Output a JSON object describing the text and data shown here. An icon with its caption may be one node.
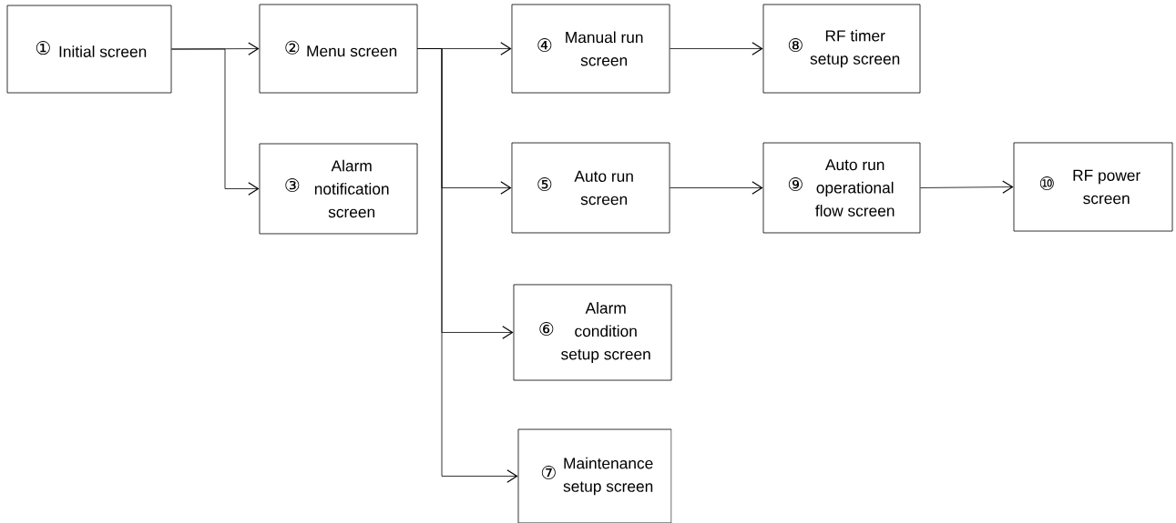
{
  "diagram": {
    "nodes": [
      {
        "text": [
          "①",
          "Initial screen"
        ]
      },
      {
        "text": [
          "②",
          "Menu screen"
        ]
      },
      {
        "text": [
          "③",
          "Alarm notification screen"
        ]
      },
      {
        "text": [
          "④",
          "Manual run screen"
        ]
      },
      {
        "text": [
          "⑤",
          "Auto run screen"
        ]
      },
      {
        "text": [
          "⑥",
          "Alarm condition setup screen"
        ]
      },
      {
        "text": [
          "⑦",
          "Maintenance setup screen"
        ]
      },
      {
        "text": [
          "⑧",
          "RF timer setup screen"
        ]
      },
      {
        "text": [
          "⑨",
          "Auto run operational flow screen"
        ]
      },
      {
        "text": [
          "⑩",
          "RF power screen"
        ]
      }
    ],
    "edges": [
      {
        "from": 0,
        "to": 1,
        "arrow": "to"
      },
      {
        "from": 0,
        "to": 2,
        "arrow": "to"
      },
      {
        "from": 1,
        "to": 3,
        "arrow": "to"
      },
      {
        "from": 1,
        "to": 4,
        "arrow": "to"
      },
      {
        "from": 1,
        "to": 5,
        "arrow": "to"
      },
      {
        "from": 1,
        "to": 6,
        "arrow": "to"
      },
      {
        "from": 3,
        "to": 7,
        "arrow": "to"
      },
      {
        "from": 4,
        "to": 8,
        "arrow": "to"
      },
      {
        "from": 8,
        "to": 9,
        "arrow": "to"
      }
    ]
  }
}
